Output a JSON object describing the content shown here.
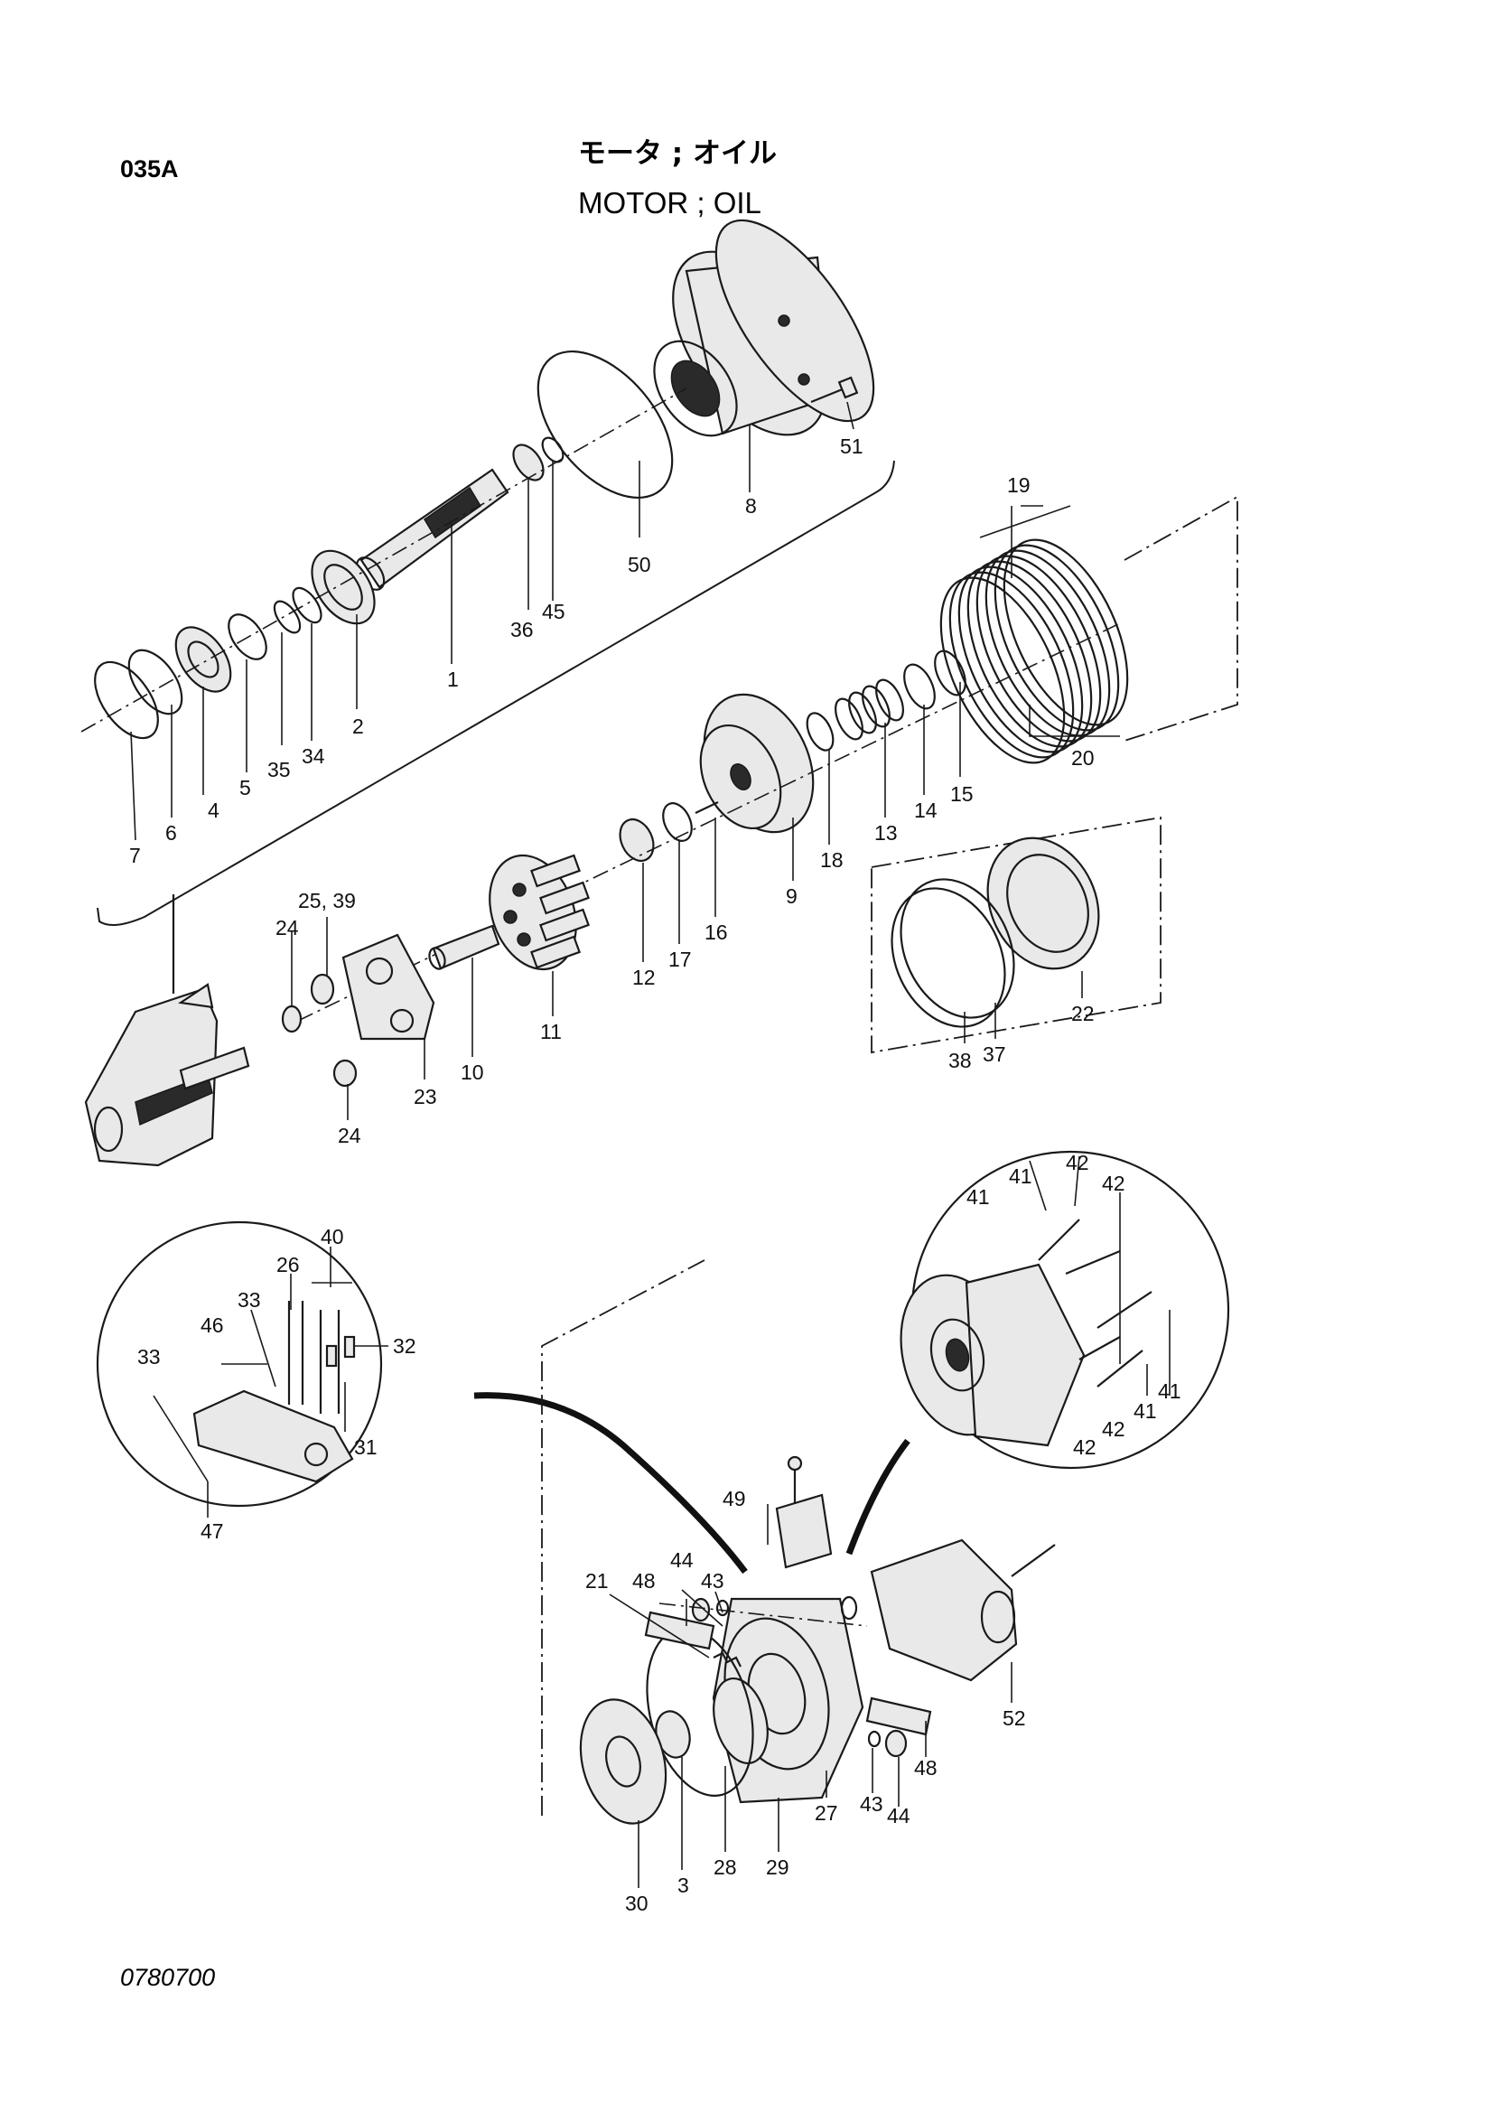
{
  "header": {
    "sheet_code": "035A",
    "title_jp": "モータ ; オイル",
    "title_en": "MOTOR ; OIL"
  },
  "footer": {
    "doc_number": "0780700"
  },
  "callouts": [
    "51",
    "8",
    "50",
    "45",
    "36",
    "1",
    "2",
    "34",
    "35",
    "5",
    "4",
    "6",
    "7",
    "19",
    "20",
    "15",
    "14",
    "13",
    "18",
    "9",
    "16",
    "17",
    "12",
    "25, 39",
    "24",
    "23",
    "10",
    "11",
    "24",
    "22",
    "37",
    "38",
    "40",
    "26",
    "33",
    "46",
    "32",
    "33",
    "31",
    "47",
    "41",
    "42",
    "41",
    "42",
    "42",
    "42",
    "41",
    "41",
    "49",
    "44",
    "48",
    "43",
    "21",
    "52",
    "48",
    "43",
    "44",
    "29",
    "27",
    "28",
    "3",
    "30"
  ]
}
